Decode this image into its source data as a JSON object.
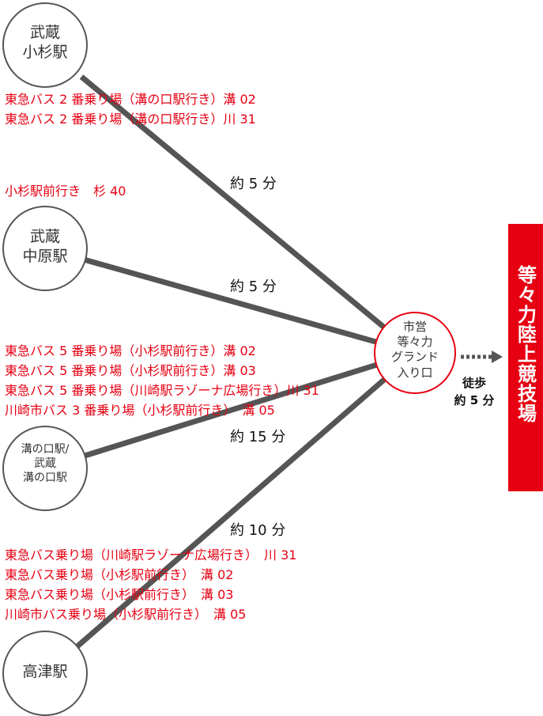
{
  "stations": {
    "musashi_kosugi": "武蔵\n小杉駅",
    "musashi_nakahara": "武蔵\n中原駅",
    "mizonokuchi": "溝の口駅/\n武蔵\n溝の口駅",
    "takatsu": "高津駅"
  },
  "hub": {
    "label": "市営\n等々力\nグランド\n入り口"
  },
  "destination": {
    "label": "等々力陸上競技場"
  },
  "walk": {
    "label": "徒歩\n約 5 分"
  },
  "durations": {
    "kosugi": "約 5 分",
    "nakahara": "約 5 分",
    "mizonokuchi": "約 15 分",
    "takatsu": "約 10 分"
  },
  "routes": {
    "kosugi": [
      "東急バス 2 番乗り場（溝の口駅行き）溝 02",
      "東急バス 2 番乗り場（溝の口駅行き）川 31"
    ],
    "nakahara": [
      "小杉駅前行き　杉 40"
    ],
    "mizonokuchi": [
      "東急バス 5 番乗り場（小杉駅前行き）溝 02",
      "東急バス 5 番乗り場（小杉駅前行き）溝 03",
      "東急バス 5 番乗り場（川崎駅ラゾーナ広場行き）川 31",
      "川崎市バス 3 番乗り場（小杉駅前行き）　溝 05"
    ],
    "takatsu": [
      "東急バス乗り場（川崎駅ラゾーナ広場行き）　川 31",
      "東急バス乗り場（小杉駅前行き）　溝 02",
      "東急バス乗り場（小杉駅前行き）　溝 03",
      "川崎市バス乗り場（小杉駅前行き）　溝 05"
    ]
  },
  "colors": {
    "accent": "#e60012",
    "line": "#555555",
    "text": "#333333"
  }
}
